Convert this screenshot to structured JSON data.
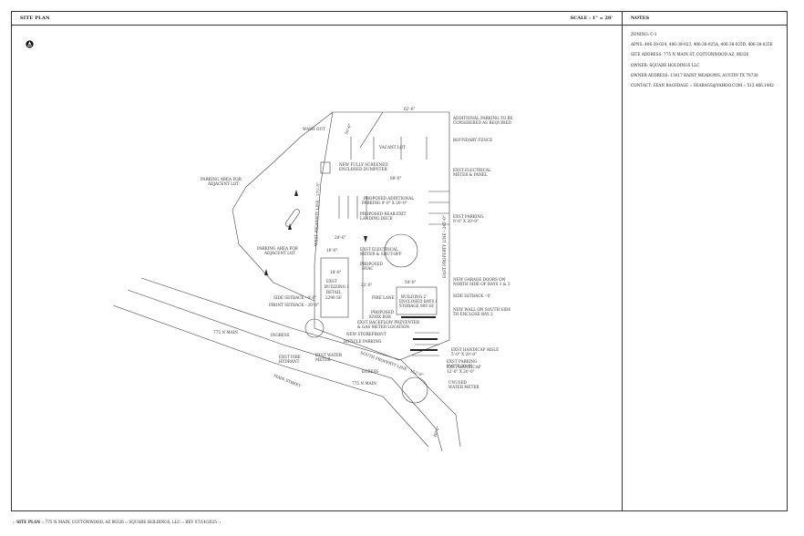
{
  "header": {
    "title": "SITE PLAN",
    "scale": "SCALE : 1\" = 20'"
  },
  "notes": {
    "title": "NOTES",
    "zoning": "ZONING: C-1",
    "apns": "APNS: 406-38-024, 406-38-023, 406-38-025A, 406-38-025D, 406-38-025E",
    "site_address": "SITE ADDRESS: 775 N MAIN ST, COTTONWOOD AZ, 86326",
    "owner": "OWNER: SQUARE HOLDINGS LLC",
    "owner_address": "OWNER ADDRESS: 13017 RAINY MEADOWS, AUSTIN TX 78738",
    "contact": "CONTACT: SEAN RAGSDALE :: SEARAGS@YAHOO.COM :: 512.466.1442"
  },
  "footer": {
    "label": "SITE PLAN",
    "details": ":: 775 N MAIN, COTTONWOOD, AZ 86326 :: SQUARE HOLDINGS, LLC :: REV 07/14/2025 ::"
  },
  "icons": {
    "north_arrow": "north-arrow-icon"
  },
  "plan": {
    "labels": {
      "wash_out": "WASH OUT",
      "vacant_lot": "VACANT LOT",
      "dim_top": "62'-6\"",
      "additional_parking_1": "ADDITIONAL PARKING TO BE",
      "additional_parking_2": "CONSIDERED AS REQUIRED",
      "boundary_fence": "BOUNDARY FENCE",
      "dumpster_1": "NEW FULLY SCREENED",
      "dumpster_2": "ENCLOSED DUMPSTER",
      "dim_89": "89'-0\"",
      "elec_1": "EXST ELECTRICAL",
      "elec_2": "METER & PANEL",
      "parking_adj_top_1": "PARKING AREA FOR",
      "parking_adj_top_2": "ADJACENT LOT",
      "proposed_parking_1": "PROPOSED ADDITIONAL",
      "proposed_parking_2": "PARKING 9'-0\" X 20'-0\"",
      "rear_exit_1": "PROPOSED REAR EXIT",
      "rear_exit_2": "LANDING DECK",
      "exst_parking_1": "EXST PARKING",
      "exst_parking_2": "9'-0\" X 20'-0\"",
      "west_line": "WEST PROPERTY LINE - 175'-0\"",
      "east_line": "EAST PROPERTY LINE - 245'-0\"",
      "parking_adj_mid_1": "PARKING AREA FOR",
      "parking_adj_mid_2": "ADJACENT LOT",
      "elec_shut_1": "EXST ELECTRICAL",
      "elec_shut_2": "METER & SHUT-OFF",
      "hvac_1": "PROPOSED",
      "hvac_2": "HVAC",
      "dim_54": "54'-0\"",
      "garage_1": "NEW GARAGE DOORS ON",
      "garage_2": "NORTH SIDE OF BAYS 1 & 3",
      "bldg1_1": "EXST",
      "bldg1_2": "BUILDING 1",
      "bldg1_3": "RETAIL",
      "bldg1_4": "2290 SF",
      "fire_lane": "FIRE LANE",
      "bldg2_1": "BUILDING 2",
      "bldg2_2": "ENCLOSED BAYS /",
      "bldg2_3": "STORAGE 900 SF",
      "side_setback_right": "SIDE SETBACK - 0'",
      "side_setback_left": "SIDE SETBACK - 0'-0\"",
      "front_setback": "FRONT SETBACK - 20'-0\"",
      "knox_1": "PROPOSED",
      "knox_2": "KNOX BOX",
      "wall_1": "NEW WALL ON SOUTH SIDE",
      "wall_2": "TO ENCLOSE BAY 2",
      "backflow_1": "EXST BACKFLOW PREVENTER",
      "backflow_2": "& GAS METER LOCATION",
      "storefront": "NEW STOREFRONT",
      "bicycle": "BICYCLE PARKING",
      "address_upper": "775 N MAIN",
      "ingress": "INGRESS",
      "handicap_aisle_1": "EXST HANDICAP AISLE",
      "handicap_aisle_2": "5'-0\" X 20'-0\"",
      "fire_hydrant_1": "EXST FIRE",
      "fire_hydrant_2": "HYDRANT",
      "water_meter_1": "EXST WATER",
      "water_meter_2": "METER",
      "south_line": "SOUTH PROPERTY LINE - 152'-0\"",
      "egress": "EGRESS",
      "exst_parking_low_1": "EXST PARKING",
      "exst_parking_low_2": "9'-0\" X 20'-0\"",
      "handicap_low_1": "EXST HANDICAP",
      "handicap_low_2": "12'-0\" X 20'-0\"",
      "main_street": "MAIN STREET",
      "address_lower": "775 N MAIN",
      "unused_1": "UNUSED",
      "unused_2": "WATER METER",
      "dim_18": "18'-0\"",
      "dim_16": "16'-0\"",
      "dim_22": "22'-0\"",
      "dim_20": "20'-0\"",
      "dim_40": "40'-0\"",
      "dim_50": "50'-0\""
    }
  }
}
